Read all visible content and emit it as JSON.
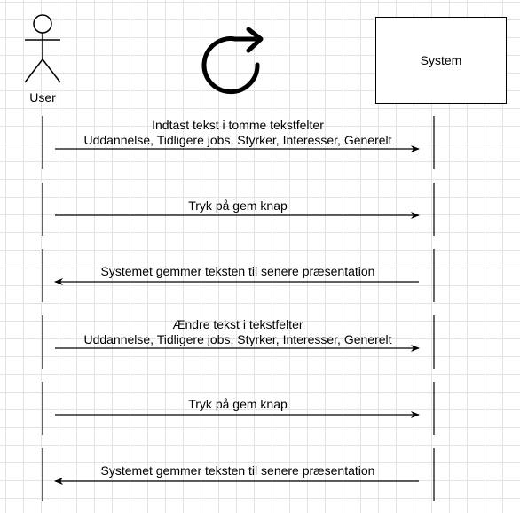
{
  "actors": {
    "user_label": "User",
    "system_label": "System"
  },
  "icons": {
    "refresh": "refresh-icon"
  },
  "messages": [
    {
      "line1": "Indtast tekst i tomme tekstfelter",
      "line2": "Uddannelse, Tidligere jobs, Styrker, Interesser, Generelt",
      "direction": "user-to-system"
    },
    {
      "line1": "Tryk på gem knap",
      "line2": "",
      "direction": "user-to-system"
    },
    {
      "line1": "Systemet gemmer teksten til senere præsentation",
      "line2": "",
      "direction": "system-to-user"
    },
    {
      "line1": "Ændre tekst i tekstfelter",
      "line2": "Uddannelse, Tidligere jobs, Styrker, Interesser, Generelt",
      "direction": "user-to-system"
    },
    {
      "line1": "Tryk på gem knap",
      "line2": "",
      "direction": "user-to-system"
    },
    {
      "line1": "Systemet gemmer teksten til senere præsentation",
      "line2": "",
      "direction": "system-to-user"
    }
  ]
}
